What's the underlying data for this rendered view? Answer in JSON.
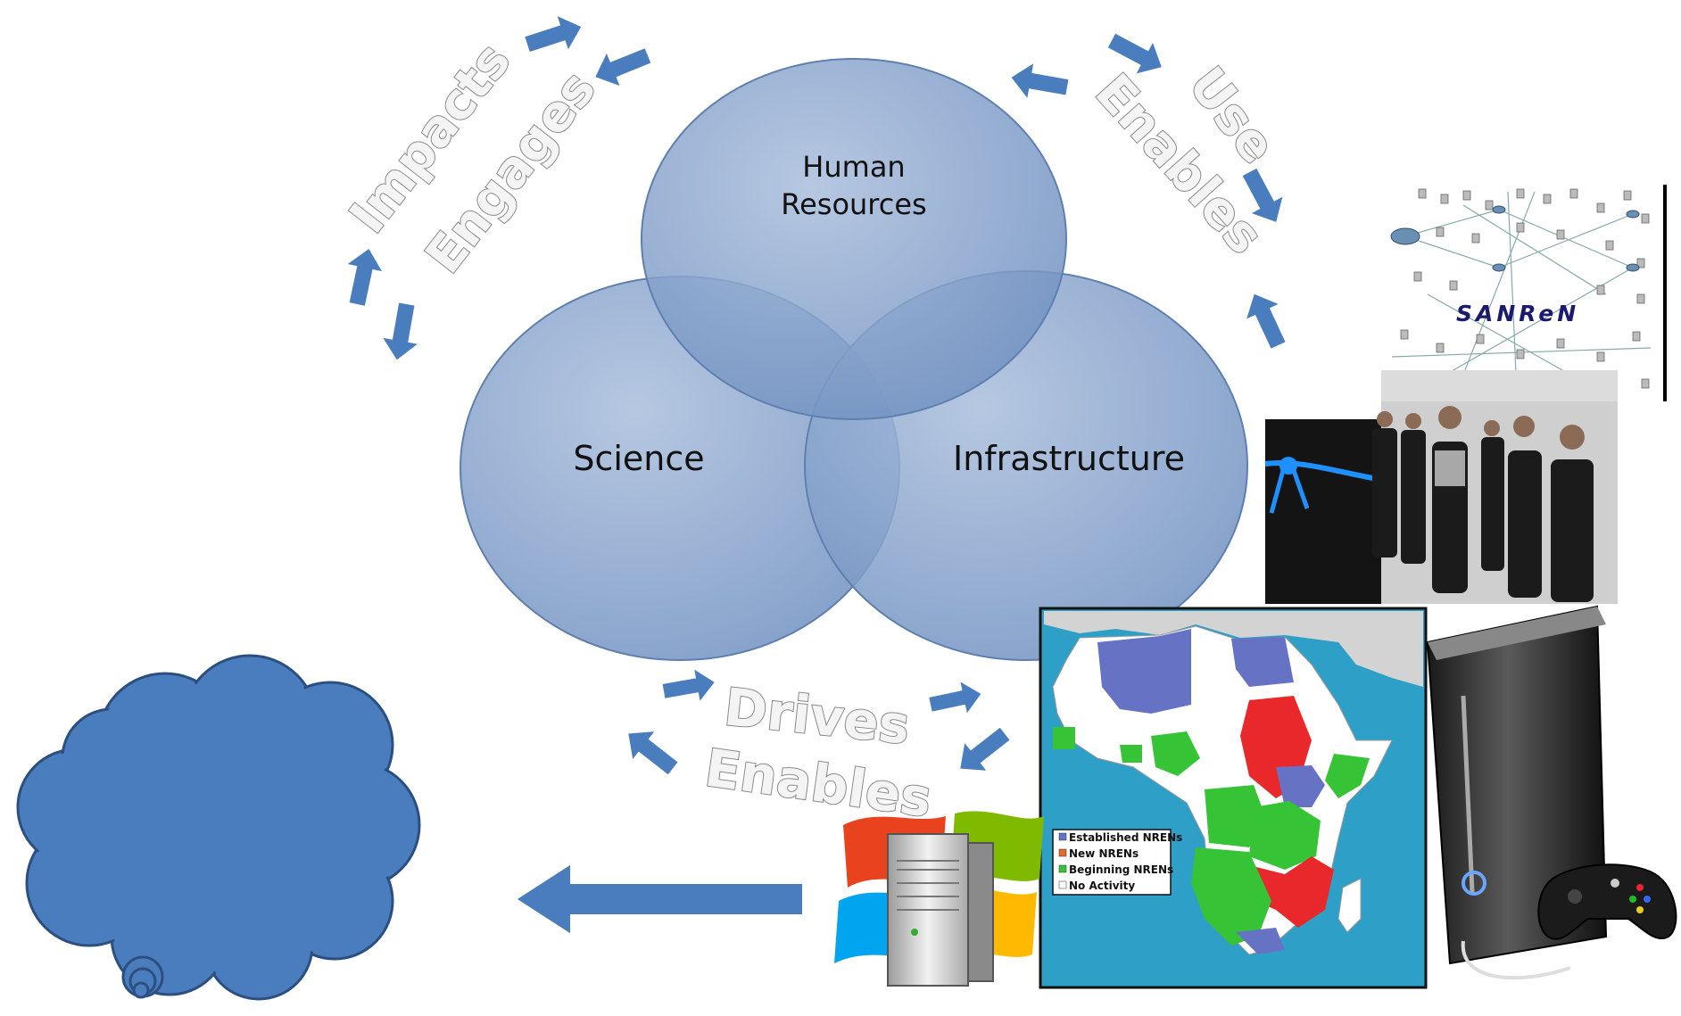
{
  "circles": {
    "top": "Human Resources",
    "top_line1": "Human",
    "top_line2": "Resources",
    "left": "Science",
    "right": "Infrastructure"
  },
  "arc_labels": {
    "impacts": "Impacts",
    "engages": "Engages",
    "use": "Use",
    "enables_right": "Enables",
    "drives": "Drives",
    "enables_bottom": "Enables"
  },
  "network_map": {
    "label": "SANReN"
  },
  "africa_map": {
    "legend": [
      {
        "label": "Established NRENs",
        "color": "#6673c4"
      },
      {
        "label": "New NRENs",
        "color": "#e06a2a"
      },
      {
        "label": "Beginning NRENs",
        "color": "#36c436"
      },
      {
        "label": "No Activity",
        "color": "#ffffff"
      }
    ]
  },
  "colors": {
    "circle_fill": "#7a97c4",
    "arrow_fill": "#4a7dbd",
    "cloud_fill": "#4a7dbd"
  },
  "icons": {
    "cloud": "thought-cloud-icon",
    "server": "windows-server-icon",
    "console": "game-console-icon",
    "photo": "ribbon-cutting-photo",
    "network": "network-topology-icon",
    "map": "africa-map-icon"
  }
}
